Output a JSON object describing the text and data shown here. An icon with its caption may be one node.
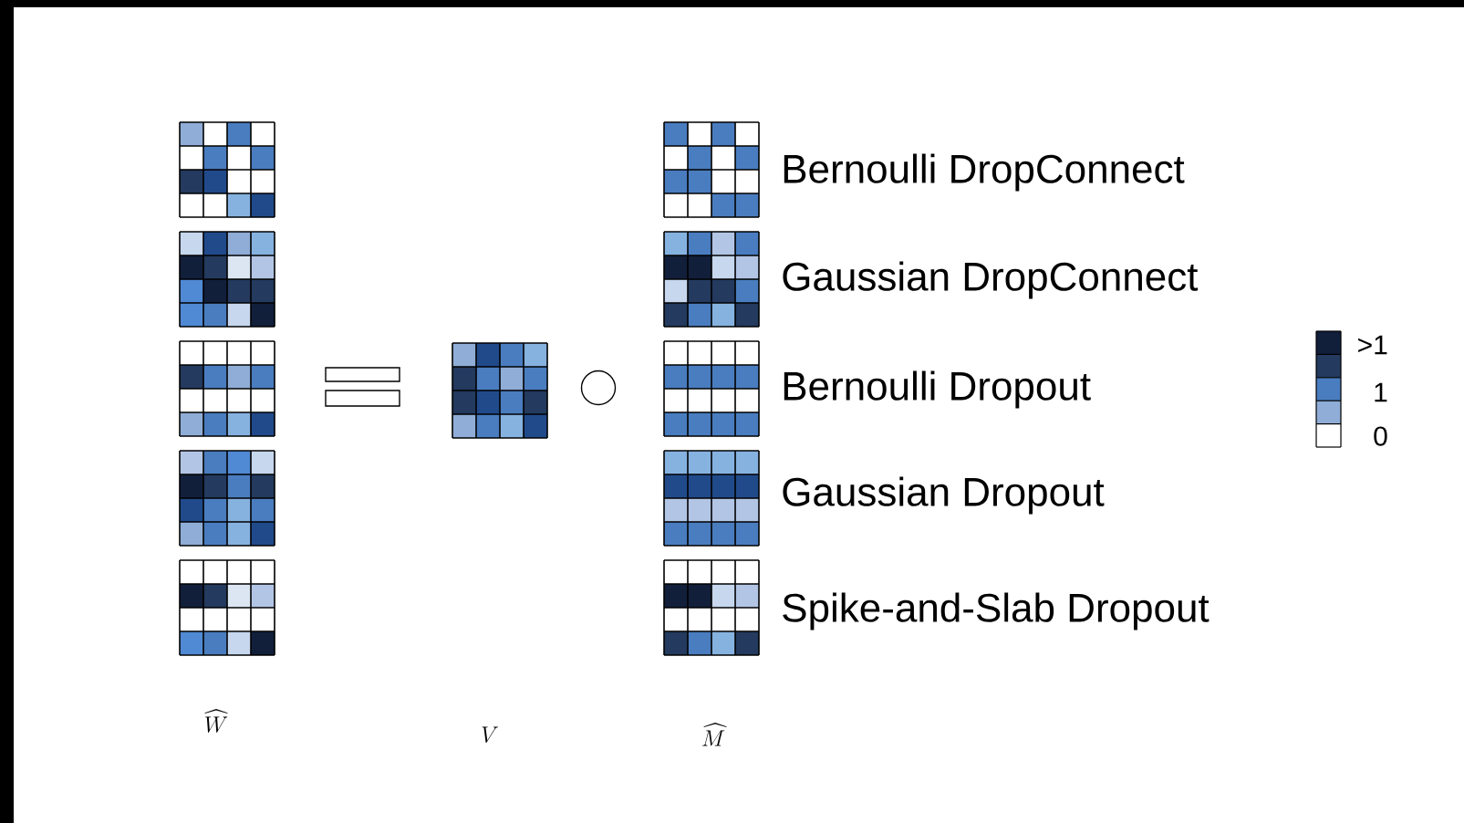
{
  "diagram": {
    "labels": [
      "Bernoulli DropConnect",
      "Gaussian DropConnect",
      "Bernoulli Dropout",
      "Gaussian Dropout",
      "Spike-and-Slab Dropout",
      ">1",
      "1",
      "0",
      "\\widehat{W}",
      "V",
      "\\widehat{M}"
    ]
  }
}
